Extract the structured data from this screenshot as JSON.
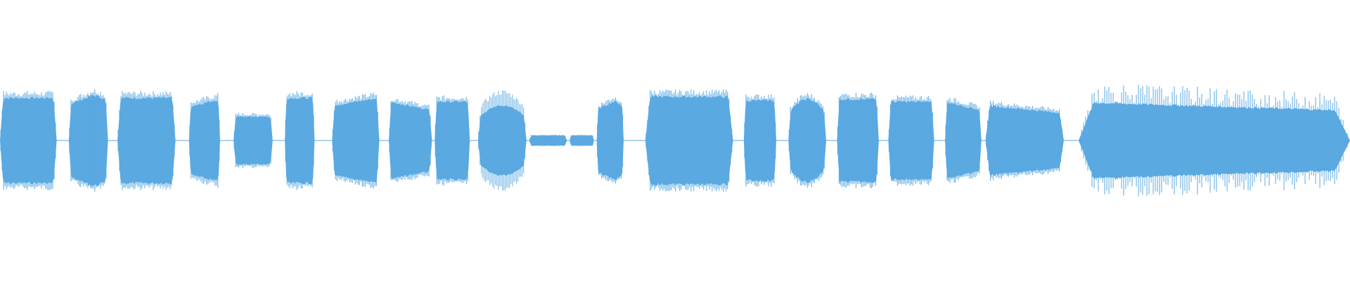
{
  "waveform": {
    "color": "#5aa9e1",
    "segments": [
      {
        "start": 0.0,
        "end": 0.042,
        "amplitude": 0.68,
        "envelope": "flat",
        "style": "dense"
      },
      {
        "start": 0.051,
        "end": 0.08,
        "amplitude": 0.72,
        "envelope": "rise_decay",
        "style": "dense"
      },
      {
        "start": 0.087,
        "end": 0.13,
        "amplitude": 0.68,
        "envelope": "flat",
        "style": "dense"
      },
      {
        "start": 0.14,
        "end": 0.163,
        "amplitude": 0.66,
        "envelope": "rise",
        "style": "dense"
      },
      {
        "start": 0.173,
        "end": 0.202,
        "amplitude": 0.38,
        "envelope": "flat",
        "style": "dense"
      },
      {
        "start": 0.211,
        "end": 0.233,
        "amplitude": 0.68,
        "envelope": "flat",
        "style": "dense"
      },
      {
        "start": 0.246,
        "end": 0.281,
        "amplitude": 0.68,
        "envelope": "rise",
        "style": "dense"
      },
      {
        "start": 0.288,
        "end": 0.32,
        "amplitude": 0.62,
        "envelope": "decay",
        "style": "dense"
      },
      {
        "start": 0.322,
        "end": 0.348,
        "amplitude": 0.62,
        "envelope": "flat",
        "style": "dense"
      },
      {
        "start": 0.354,
        "end": 0.39,
        "amplitude": 0.7,
        "envelope": "bell",
        "style": "airy"
      },
      {
        "start": 0.392,
        "end": 0.42,
        "amplitude": 0.08,
        "envelope": "flat",
        "style": "dense"
      },
      {
        "start": 0.422,
        "end": 0.44,
        "amplitude": 0.08,
        "envelope": "flat",
        "style": "dense"
      },
      {
        "start": 0.442,
        "end": 0.462,
        "amplitude": 0.62,
        "envelope": "rise_decay",
        "style": "dense"
      },
      {
        "start": 0.478,
        "end": 0.543,
        "amplitude": 0.7,
        "envelope": "flat",
        "style": "dense"
      },
      {
        "start": 0.551,
        "end": 0.575,
        "amplitude": 0.64,
        "envelope": "flat",
        "style": "dense"
      },
      {
        "start": 0.584,
        "end": 0.612,
        "amplitude": 0.66,
        "envelope": "bell",
        "style": "dense"
      },
      {
        "start": 0.62,
        "end": 0.651,
        "amplitude": 0.66,
        "envelope": "flat",
        "style": "dense"
      },
      {
        "start": 0.658,
        "end": 0.692,
        "amplitude": 0.62,
        "envelope": "flat",
        "style": "dense"
      },
      {
        "start": 0.7,
        "end": 0.727,
        "amplitude": 0.62,
        "envelope": "decay",
        "style": "dense"
      },
      {
        "start": 0.73,
        "end": 0.788,
        "amplitude": 0.56,
        "envelope": "decay",
        "style": "dense"
      },
      {
        "start": 0.799,
        "end": 1.0,
        "amplitude": 1.0,
        "envelope": "decay",
        "style": "spiky"
      }
    ]
  }
}
